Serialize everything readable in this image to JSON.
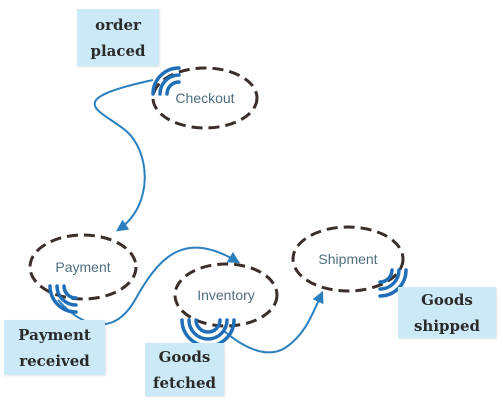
{
  "nodes": {
    "checkout": "Checkout",
    "payment": "Payment",
    "inventory": "Inventory",
    "shipment": "Shipment"
  },
  "events": {
    "order_placed": [
      "order",
      "placed"
    ],
    "payment_received": [
      "Payment",
      "received"
    ],
    "goods_fetched": [
      "Goods",
      "fetched"
    ],
    "goods_shipped": [
      "Goods",
      "shipped"
    ]
  },
  "colors": {
    "note_bg": "#cbe9f6",
    "flow_line": "#2a7fbf",
    "node_border": "#3a2f2a",
    "signal": "#1f6fb8"
  }
}
